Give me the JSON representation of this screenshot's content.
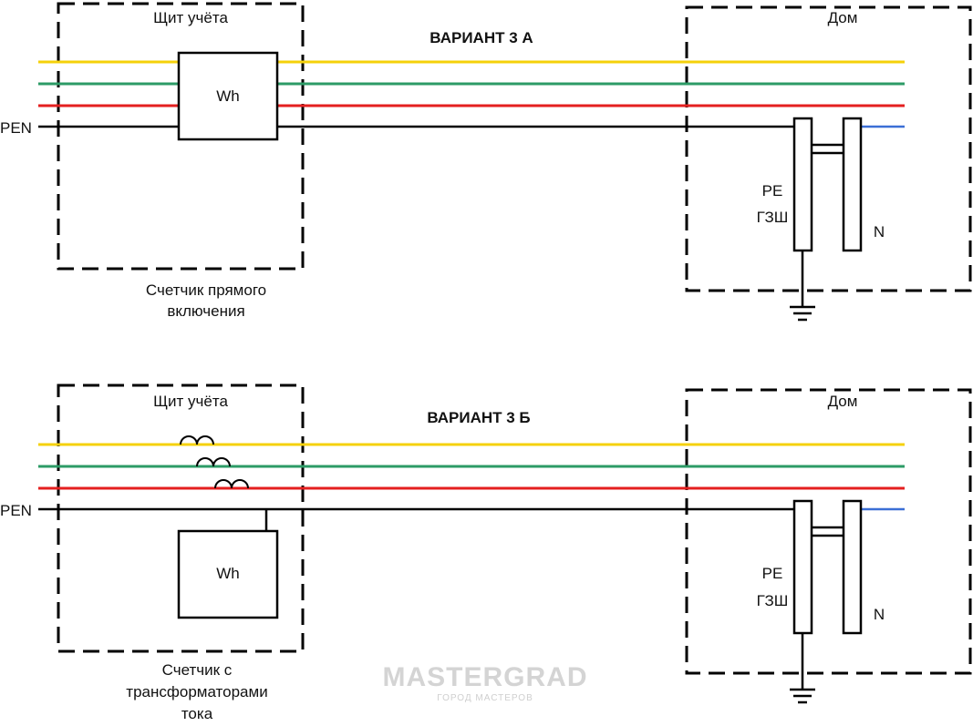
{
  "colors": {
    "phase_a": "#f5d10a",
    "phase_b": "#2c9b66",
    "phase_c": "#e41f1f",
    "pen": "#000000",
    "neutral": "#3b6fd6",
    "frame": "#000000"
  },
  "watermark": {
    "text": "MASTERGRAD",
    "subtext": "ГОРОД МАСТЕРОВ"
  },
  "variant_a": {
    "title": "ВАРИАНТ 3 А",
    "panel_label": "Щит учёта",
    "house_label": "Дом",
    "pen_label": "PEN",
    "meter_label": "Wh",
    "pe_label": "PE",
    "gzsh_label": "ГЗШ",
    "n_label": "N",
    "caption_lines": [
      "Счетчик прямого",
      "включения"
    ]
  },
  "variant_b": {
    "title": "ВАРИАНТ 3 Б",
    "panel_label": "Щит учёта",
    "house_label": "Дом",
    "pen_label": "PEN",
    "meter_label": "Wh",
    "pe_label": "PE",
    "gzsh_label": "ГЗШ",
    "n_label": "N",
    "caption_lines": [
      "Счетчик с",
      "трансформаторами",
      "тока"
    ]
  }
}
